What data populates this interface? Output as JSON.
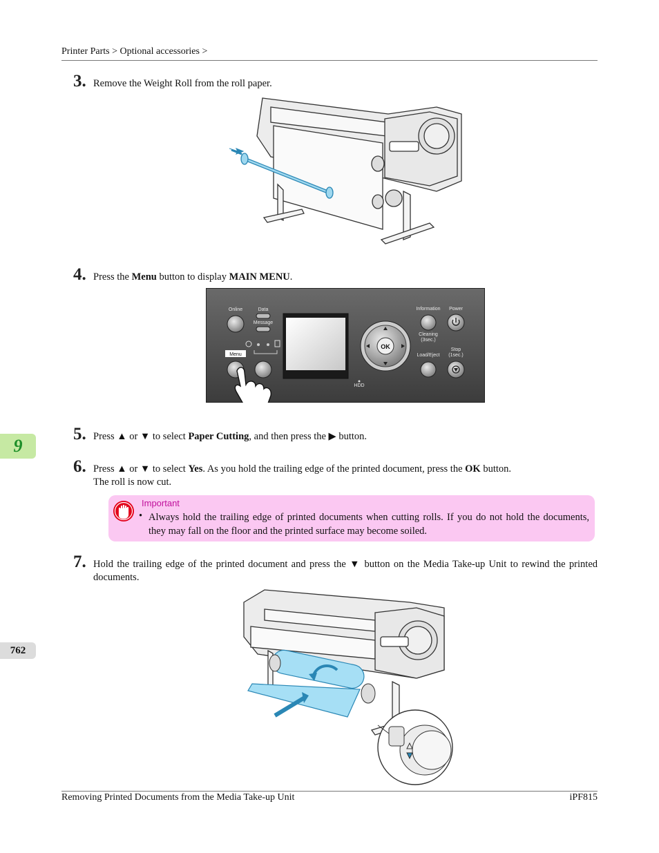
{
  "header": {
    "breadcrumb": "Printer Parts > Optional accessories >"
  },
  "steps": [
    {
      "num": "3.",
      "text": "Remove the Weight Roll from the roll paper."
    },
    {
      "num": "4.",
      "pre": "Press the ",
      "b1": "Menu",
      "mid": " button to display ",
      "b2": "MAIN MENU",
      "post": "."
    },
    {
      "num": "5.",
      "pre": "Press ▲ or ▼ to select ",
      "b1": "Paper Cutting",
      "post": ", and then press the ▶ button."
    },
    {
      "num": "6.",
      "pre": "Press ▲ or ▼ to select ",
      "b1": "Yes",
      "mid": ". As you hold the trailing edge of the printed document, press the ",
      "b2": "OK",
      "post": " button.",
      "line2": "The roll is now cut."
    },
    {
      "num": "7.",
      "text": "Hold the trailing edge of the printed document and press the ▼ button on the Media Take-up Unit to rewind the printed documents."
    }
  ],
  "important": {
    "title": "Important",
    "bullet": "•",
    "text": "Always hold the trailing edge of printed documents when cutting rolls. If you do not hold the docu­ments, they may fall on the floor and the printed surface may become soiled."
  },
  "panel": {
    "online": "Online",
    "data": "Data",
    "message": "Message",
    "menu": "Menu",
    "information": "Information",
    "power": "Power",
    "cleaning": "Cleaning",
    "cleaning_sub": "(3sec.)",
    "load_eject": "Load/Eject",
    "stop": "Stop",
    "stop_sub": "(1sec.)",
    "ok": "OK",
    "hdd": "HDD"
  },
  "side": {
    "chapter": "9",
    "page": "762"
  },
  "footer": {
    "left": "Removing Printed Documents from the Media Take-up Unit",
    "right": "iPF815"
  },
  "colors": {
    "chapter_tab": "#c6e9a3",
    "important_bg": "#fbc8f2",
    "important_title": "#c0109b",
    "paper_blue": "#a6dff5"
  }
}
